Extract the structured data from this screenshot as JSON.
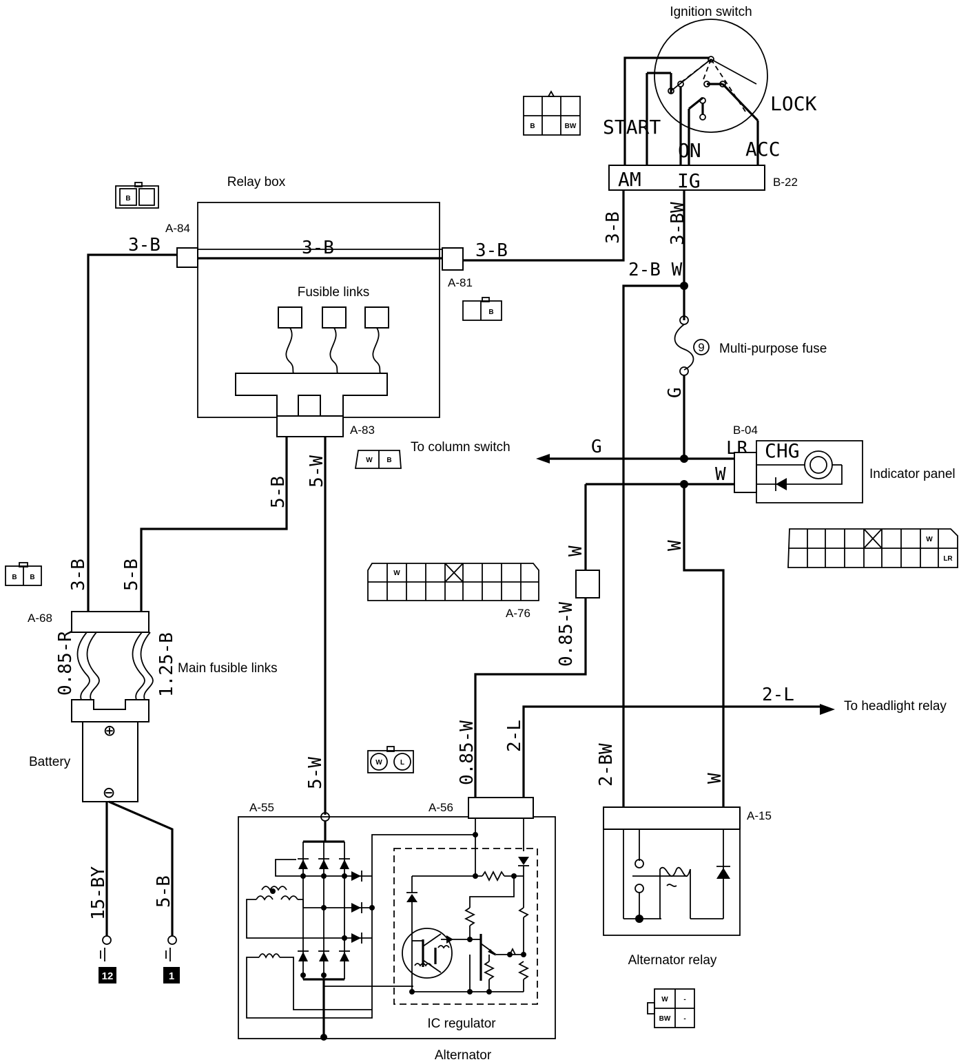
{
  "components": {
    "ignition_switch": "Ignition switch",
    "relay_box": "Relay box",
    "fusible_links": "Fusible links",
    "main_fusible_links": "Main fusible links",
    "battery": "Battery",
    "multi_purpose_fuse": "Multi-purpose fuse",
    "fuse_number": "9",
    "indicator_panel": "Indicator panel",
    "ic_regulator": "IC regulator",
    "alternator": "Alternator",
    "alternator_relay": "Alternator relay",
    "to_column_switch": "To column switch",
    "to_headlight_relay": "To headlight relay"
  },
  "switch_positions": {
    "start": "START",
    "lock": "LOCK",
    "on": "ON",
    "acc": "ACC"
  },
  "terminals": {
    "am": "AM",
    "ig": "IG",
    "chg": "CHG",
    "lr": "LR",
    "w": "W",
    "plus": "⊕",
    "minus": "⊖"
  },
  "connectors": {
    "b22": "B-22",
    "a84": "A-84",
    "a81": "A-81",
    "a83": "A-83",
    "b04": "B-04",
    "a68": "A-68",
    "a76": "A-76",
    "a55": "A-55",
    "a56": "A-56",
    "a15": "A-15"
  },
  "wires": {
    "w_3b": "3-B",
    "w_3bw": "3-BW",
    "w_2bw_top": "2-B W",
    "w_2bw": "2-BW",
    "w_g": "G",
    "w_w": "W",
    "w_5b": "5-B",
    "w_5w": "5-W",
    "w_085w": "0.85-W",
    "w_085r": "0.85-R",
    "w_125b": "1.25-B",
    "w_2l": "2-L",
    "w_15by": "15-BY"
  },
  "pin_labels": {
    "b": "B",
    "bw": "BW",
    "w": "W",
    "l": "L",
    "lr": "LR",
    "dash": "-"
  },
  "ground_codes": {
    "g12": "12",
    "g1": "1"
  }
}
